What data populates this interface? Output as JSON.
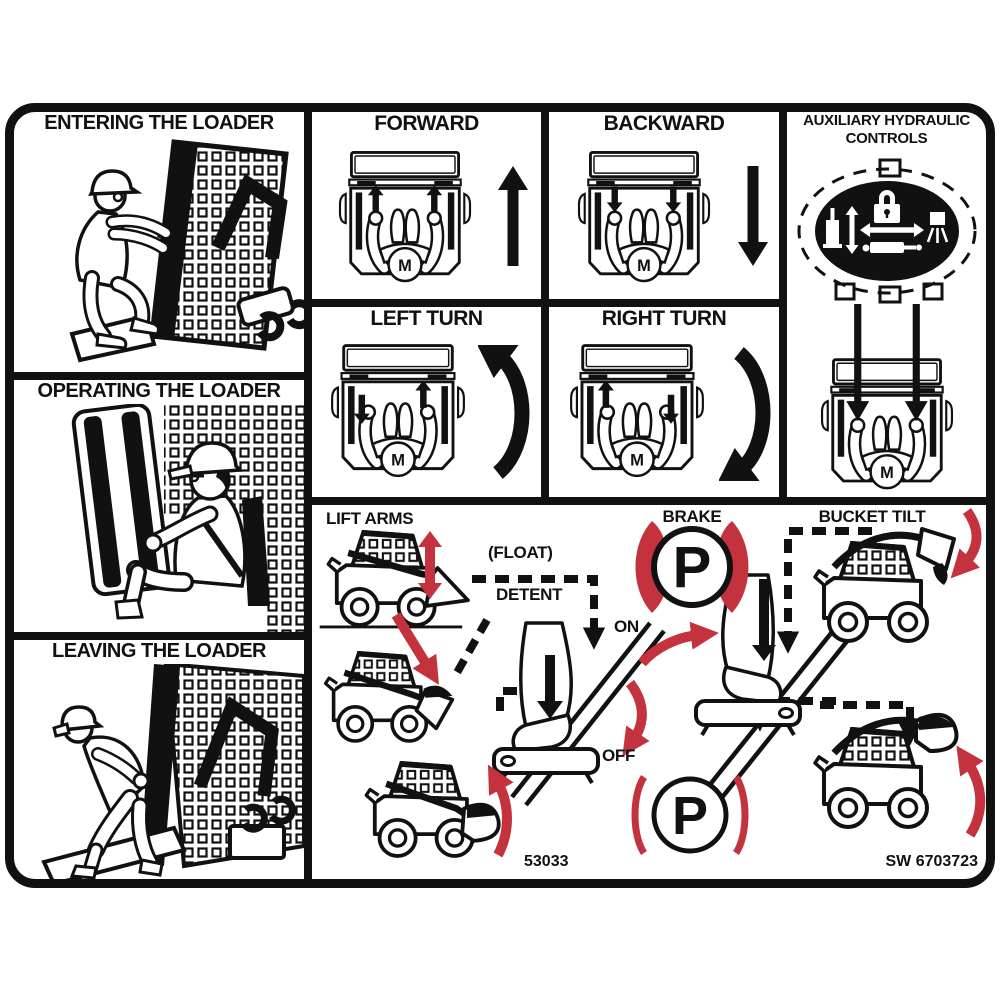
{
  "colors": {
    "red": "#c4323e",
    "line": "#111111",
    "background": "#ffffff"
  },
  "left_column": {
    "entering": {
      "title": "ENTERING THE LOADER"
    },
    "operating": {
      "title": "OPERATING THE LOADER"
    },
    "leaving": {
      "title": "LEAVING THE LOADER"
    }
  },
  "controls": {
    "forward": {
      "title": "FORWARD"
    },
    "backward": {
      "title": "BACKWARD"
    },
    "left_turn": {
      "title": "LEFT TURN"
    },
    "right_turn": {
      "title": "RIGHT TURN"
    },
    "operator_marker": "M"
  },
  "auxiliary": {
    "title_line1": "AUXILIARY HYDRAULIC",
    "title_line2": "CONTROLS",
    "icons": [
      "padlock-icon",
      "hydraulic-cylinder-vertical-icon",
      "vertical-double-arrow-icon",
      "horizontal-double-arrow-icon",
      "hydraulic-cylinder-horizontal-icon",
      "sprayer-icon"
    ]
  },
  "bottom_panel": {
    "lift_arms_label": "LIFT ARMS",
    "float_label": "(FLOAT)",
    "detent_label": "DETENT",
    "brake_label": "BRAKE",
    "bucket_tilt_label": "BUCKET TILT",
    "on_label": "ON",
    "off_label": "OFF",
    "brake_on_symbol": "P",
    "brake_off_symbol": "P",
    "doc_number": "53033",
    "part_number": "SW 6703723"
  }
}
